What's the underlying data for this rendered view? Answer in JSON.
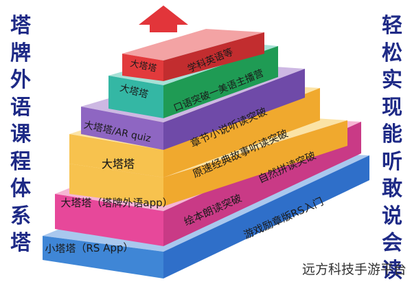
{
  "title_left": "塔牌外语课程体系塔",
  "title_right": "轻松实现能听敢说会读",
  "watermark": "远方科技手游平台",
  "levels": [
    {
      "front": "小塔塔（RS App）",
      "side": "游戏励章版RS入门",
      "front_color": "#3f86d6",
      "side_color": "#2f6fc9",
      "top_color": "#a9c8ee"
    },
    {
      "front": "大塔塔（塔牌外语app）",
      "side": "绘本朗读突破",
      "front_color": "#e7489a",
      "side_color": "#c93a86",
      "top_color": "#f6b6d4"
    },
    {
      "front": "大塔塔",
      "side": "自然拼读突破",
      "front_color": "#f7c24e",
      "side_color": "#f0a92e",
      "top_color": "#fbe3a6"
    },
    {
      "front": "大塔塔",
      "side": "原速经典故事听读突破",
      "front_color": "#f7c24e",
      "side_color": "#f0a92e",
      "top_color": "#fbe3a6"
    },
    {
      "front": "大塔塔/AR quiz",
      "side": "章节小说听读突破",
      "front_color": "#8e66c2",
      "side_color": "#6f4aa8",
      "top_color": "#cdb8e3"
    },
    {
      "front": "大塔塔",
      "side": "口语突破一美语主播营",
      "front_color": "#34b7a4",
      "side_color": "#1f9b54",
      "top_color": "#a6e1d6"
    },
    {
      "front": "大塔塔",
      "side": "学科英语等",
      "front_color": "#e23a3c",
      "side_color": "#c22d2f",
      "top_color": "#f3a3a4"
    }
  ],
  "arrow_color": "#e2353a",
  "title_color": "#1e2a86"
}
